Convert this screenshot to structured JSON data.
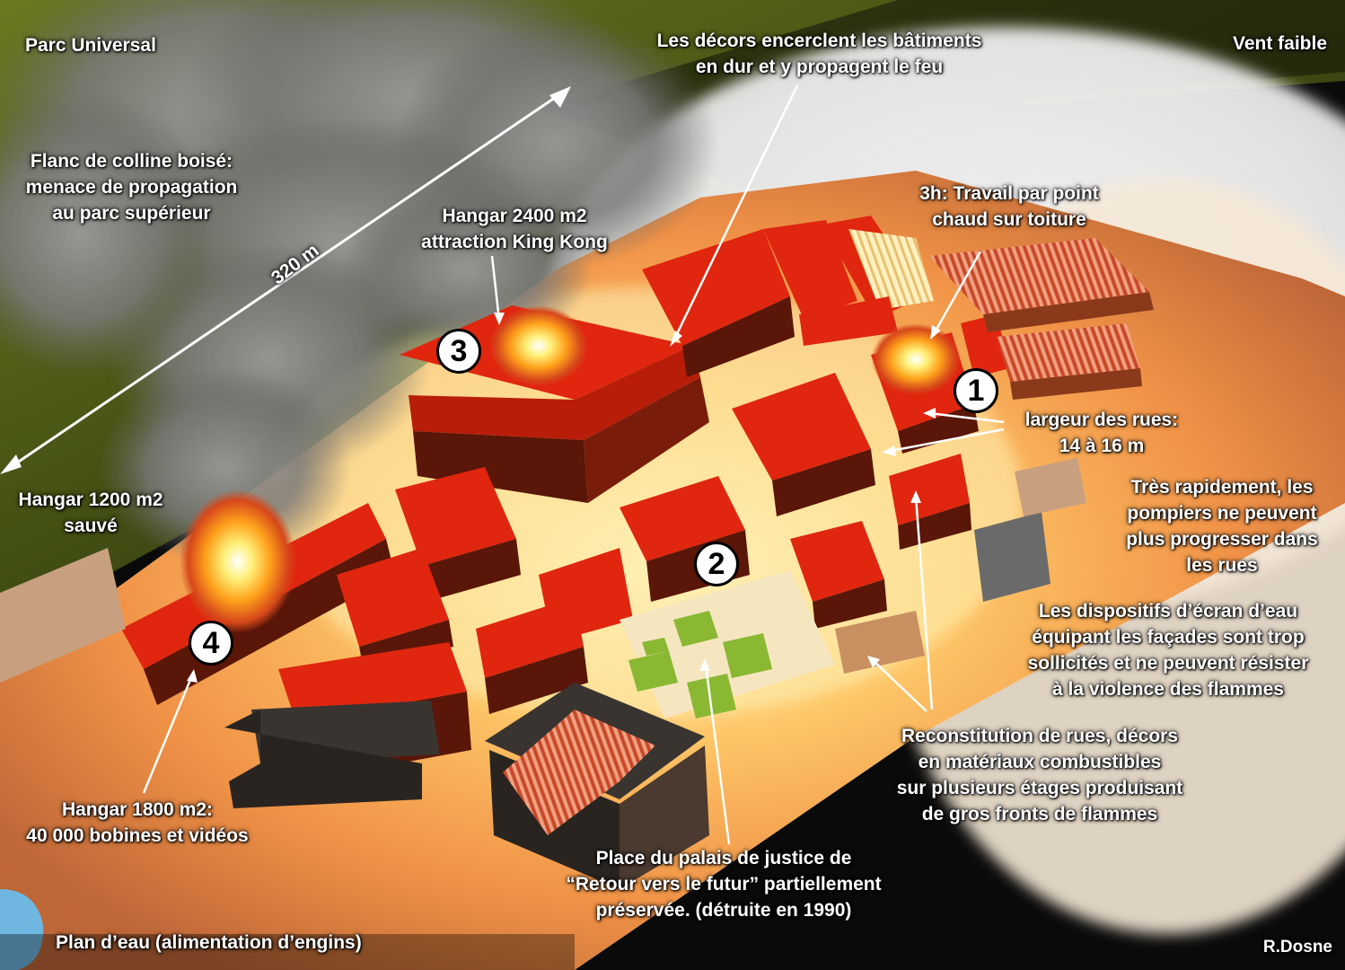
{
  "labels": {
    "park": "Parc Universal",
    "wind": "Vent faible",
    "decors": [
      "Les décors encerclent les bâtiments",
      "en dur et y propagent le feu"
    ],
    "hillside": [
      "Flanc de colline boisé:",
      "menace de propagation",
      "au parc supérieur"
    ],
    "hangar_2400": [
      "Hangar 2400 m2",
      "attraction King Kong"
    ],
    "hot_work": [
      "3h: Travail par point",
      "chaud sur toiture"
    ],
    "street_width": [
      "largeur des rues:",
      "14 à 16 m"
    ],
    "firefighters": [
      "Très rapidement, les",
      "pompiers ne peuvent",
      "plus progresser dans",
      "les rues"
    ],
    "water_screens": [
      "Les dispositifs  d’écran d’eau",
      "équipant les façades sont trop",
      "sollicités et ne peuvent résister",
      "à la violence des flammes"
    ],
    "hangar_1200": [
      "Hangar 1200 m2",
      "sauvé"
    ],
    "reconstitution": [
      "Reconstitution de rues, décors",
      "en matériaux combustibles",
      "sur plusieurs étages produisant",
      "de gros fronts de flammes"
    ],
    "hangar_1800": [
      "Hangar 1800 m2:",
      "40 000 bobines et vidéos"
    ],
    "courthouse": [
      "Place du palais de justice de",
      "“Retour vers le futur” partiellement",
      "préservée. (détruite en 1990)"
    ],
    "water_plane": "Plan d’eau (alimentation d’engins)",
    "author": "R.Dosne",
    "distance": "320 m"
  },
  "markers": [
    "1",
    "2",
    "3",
    "4"
  ],
  "colors": {
    "building_red": "#e0260f",
    "building_shadow": "#5a1608",
    "ground_glow": "#ffd27a",
    "forest": "#5a6a1a",
    "smoke": "#8a8a8a",
    "label_text": "#ffffff",
    "grass": "#8ab832",
    "water": "#6fb6e0"
  }
}
